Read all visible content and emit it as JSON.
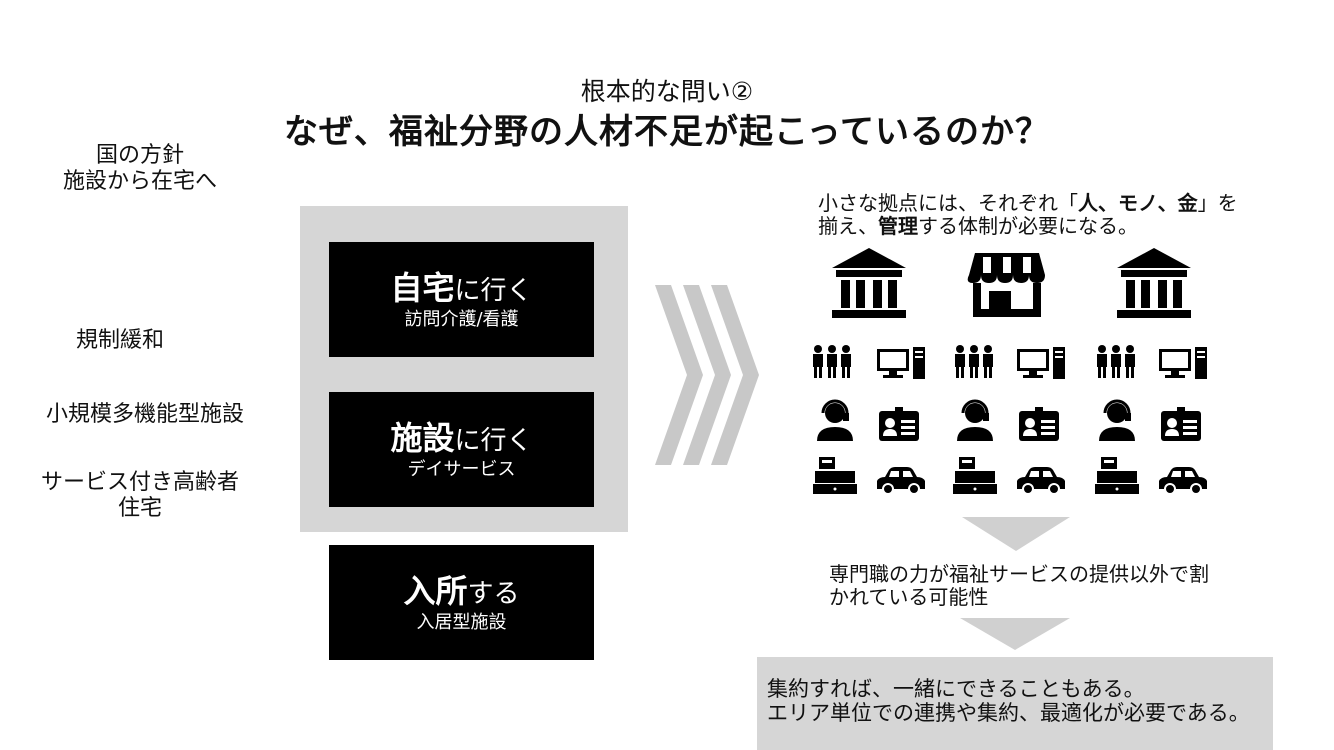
{
  "header": {
    "subtitle": "根本的な問い②",
    "title": "なぜ、福祉分野の人材不足が起こっているのか？"
  },
  "left_labels": {
    "policy_line1": "国の方針",
    "policy_line2": "施設から在宅へ",
    "deregulation": "規制緩和",
    "small_multi_facility": "小規模多機能型施設",
    "service_residence_line1": "サービス付き高齢者",
    "service_residence_line2": "住宅"
  },
  "boxes": {
    "home": {
      "bold": "自宅",
      "rest": "に行く",
      "sub": "訪問介護/看護"
    },
    "facility": {
      "bold": "施設",
      "rest": "に行く",
      "sub": "デイサービス"
    },
    "admission": {
      "bold": "入所",
      "rest": "する",
      "sub": "入居型施設"
    }
  },
  "right": {
    "top_line1_a": "小さな拠点には、それぞれ「",
    "top_line1_b": "人、モノ、金",
    "top_line1_c": "」を",
    "top_line2_a": "揃え、",
    "top_line2_b": "管理",
    "top_line2_c": "する体制が必要になる。",
    "mid_line1": "専門職の力が福祉サービスの提供以外で割",
    "mid_line2": "かれている可能性",
    "bottom_line1": "集約すれば、一緒にできることもある。",
    "bottom_line2": "エリア単位での連携や集約、最適化が必要である。"
  },
  "icons": {
    "columns": [
      "building-icon",
      "store-icon",
      "building-icon"
    ],
    "rows": [
      [
        "people-icon",
        "computer-icon"
      ],
      [
        "operator-icon",
        "id-card-icon"
      ],
      [
        "cash-register-icon",
        "car-icon"
      ]
    ]
  },
  "colors": {
    "black": "#000000",
    "grey_panel": "#d6d6d6",
    "chevron": "#c8c8c8",
    "arrow": "#d0d0d0"
  }
}
